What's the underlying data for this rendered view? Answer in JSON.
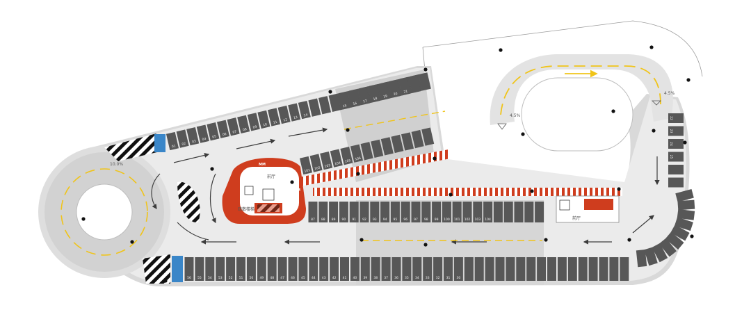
{
  "colors": {
    "background": "#ffffff",
    "slab": "#ebebeb",
    "slab_shadow": "#d9d9d9",
    "ramp": "#d6d6d6",
    "stall": "#575757",
    "accessible_stall": "#3a86c8",
    "core_red": "#cf3d1e",
    "guide_yellow": "#f0c419",
    "arrow": "#3c3c3c",
    "column": "#111111",
    "hatch": "#111111"
  },
  "labels": {
    "lobby": "前厅",
    "lobby_right": "前厅",
    "stair_note": "疏散楼梯",
    "ramp_left_slope": "10.0%",
    "ramp_top_slope": "4.5%",
    "ramp_top_slope2": "4.5%",
    "core_mark_top": "MM",
    "core_mark_side": "MM"
  },
  "stalls": {
    "top_row_labels": [
      "01",
      "02",
      "03",
      "04",
      "05",
      "06",
      "07",
      "08",
      "09",
      "10",
      "11",
      "12",
      "13",
      "14"
    ],
    "top_upper_labels": [
      "15",
      "16",
      "17",
      "18",
      "19",
      "20",
      "21"
    ],
    "middle_labels": [
      "87",
      "88",
      "89",
      "90",
      "91",
      "92",
      "93",
      "94",
      "95",
      "96",
      "97",
      "98",
      "99",
      "100",
      "101",
      "102",
      "103",
      "104"
    ],
    "bottom_labels": [
      "56",
      "55",
      "54",
      "53",
      "52",
      "51",
      "50",
      "49",
      "48",
      "47",
      "46",
      "45",
      "44",
      "43",
      "42",
      "41",
      "40",
      "39",
      "38",
      "37",
      "36",
      "35",
      "34",
      "33",
      "32",
      "31",
      "30"
    ],
    "ramp_block_labels": [
      "101",
      "102",
      "103",
      "104",
      "105",
      "106"
    ],
    "right_column_labels": [
      "22",
      "23",
      "24",
      "25"
    ]
  }
}
